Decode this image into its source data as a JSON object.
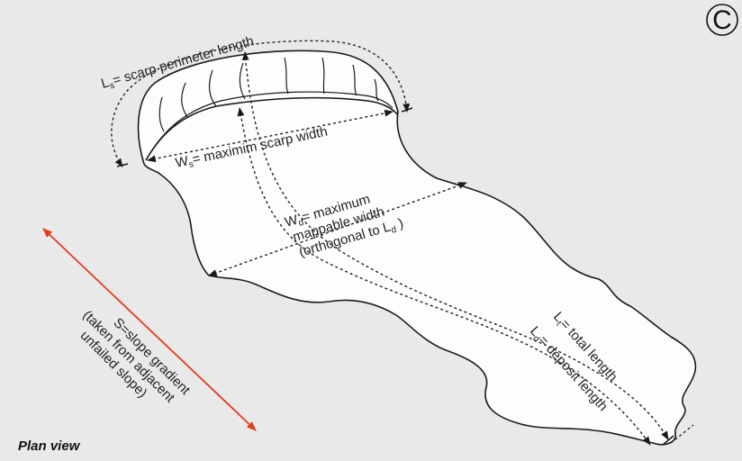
{
  "panel_letter": "C",
  "view_label": "Plan view",
  "labels": {
    "scarp_perimeter": {
      "sym": "L",
      "sub": "s",
      "text": "= scarp perimeter length"
    },
    "scarp_width": {
      "sym": "W",
      "sub": "s",
      "text": "= maximim scarp width"
    },
    "deposit_width_1": {
      "sym": "W",
      "sub": "d",
      "text": "= maximum"
    },
    "deposit_width_2": "mappable width",
    "deposit_width_3a": "(orthogonal to L",
    "deposit_width_3sub": "d",
    "deposit_width_3b": " )",
    "total_length": {
      "sym": "L",
      "sub": "t",
      "text": "= total length"
    },
    "deposit_length": {
      "sym": "L",
      "sub": "d",
      "text": "= deposit length"
    },
    "slope_1": "S=slope gradient",
    "slope_2": "(taken from adjacent",
    "slope_3": "unfailed slope)"
  },
  "colors": {
    "background": "#e9e9e9",
    "slide_fill": "#fdfdfd",
    "outline": "#1a1a1a",
    "slope_arrow": "#e53a1e"
  }
}
